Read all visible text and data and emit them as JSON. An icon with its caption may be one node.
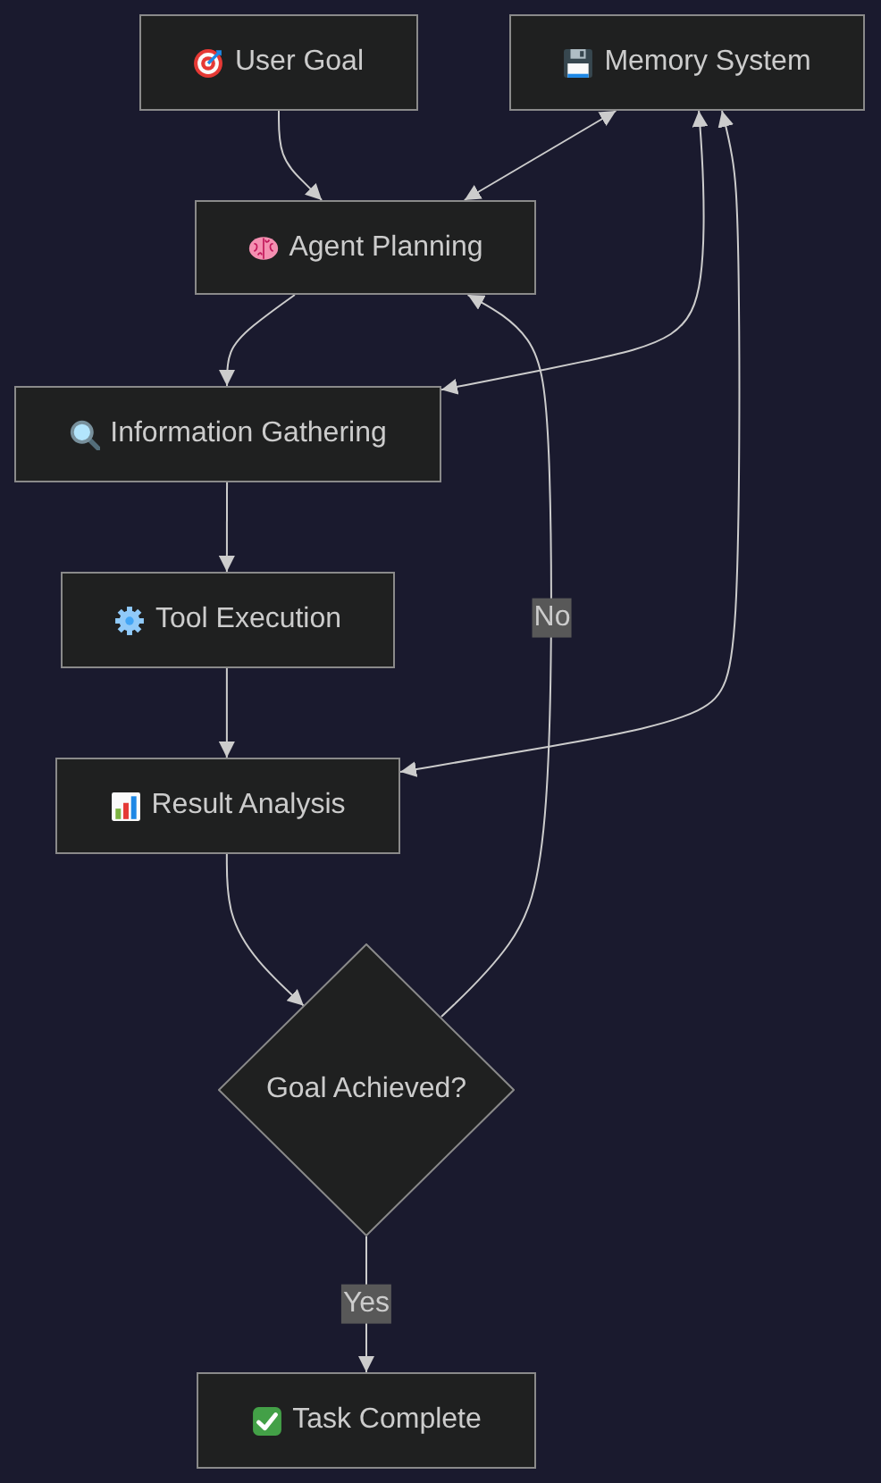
{
  "diagram": {
    "nodes": [
      {
        "text": [
          "User Goal"
        ]
      },
      {
        "text": [
          "Memory System"
        ]
      },
      {
        "text": [
          "Agent Planning"
        ]
      },
      {
        "text": [
          "Information Gathering"
        ]
      },
      {
        "text": [
          "Tool Execution"
        ]
      },
      {
        "text": [
          "Result Analysis"
        ]
      },
      {
        "text": [
          "Goal Achieved?"
        ]
      },
      {
        "text": [
          "Task Complete"
        ]
      }
    ],
    "edges": [
      {
        "from": 0,
        "to": 2,
        "arrow": "to"
      },
      {
        "from": 2,
        "to": 1,
        "arrow": "both"
      },
      {
        "from": 2,
        "to": 3,
        "arrow": "to"
      },
      {
        "from": 3,
        "to": 1,
        "arrow": "both"
      },
      {
        "from": 3,
        "to": 4,
        "arrow": "to"
      },
      {
        "from": 4,
        "to": 5,
        "arrow": "to"
      },
      {
        "from": 5,
        "to": 1,
        "arrow": "both"
      },
      {
        "from": 5,
        "to": 6,
        "arrow": "to"
      },
      {
        "from": 6,
        "to": 2,
        "label": "No",
        "arrow": "to"
      },
      {
        "from": 6,
        "to": 7,
        "label": "Yes",
        "arrow": "to"
      }
    ]
  }
}
